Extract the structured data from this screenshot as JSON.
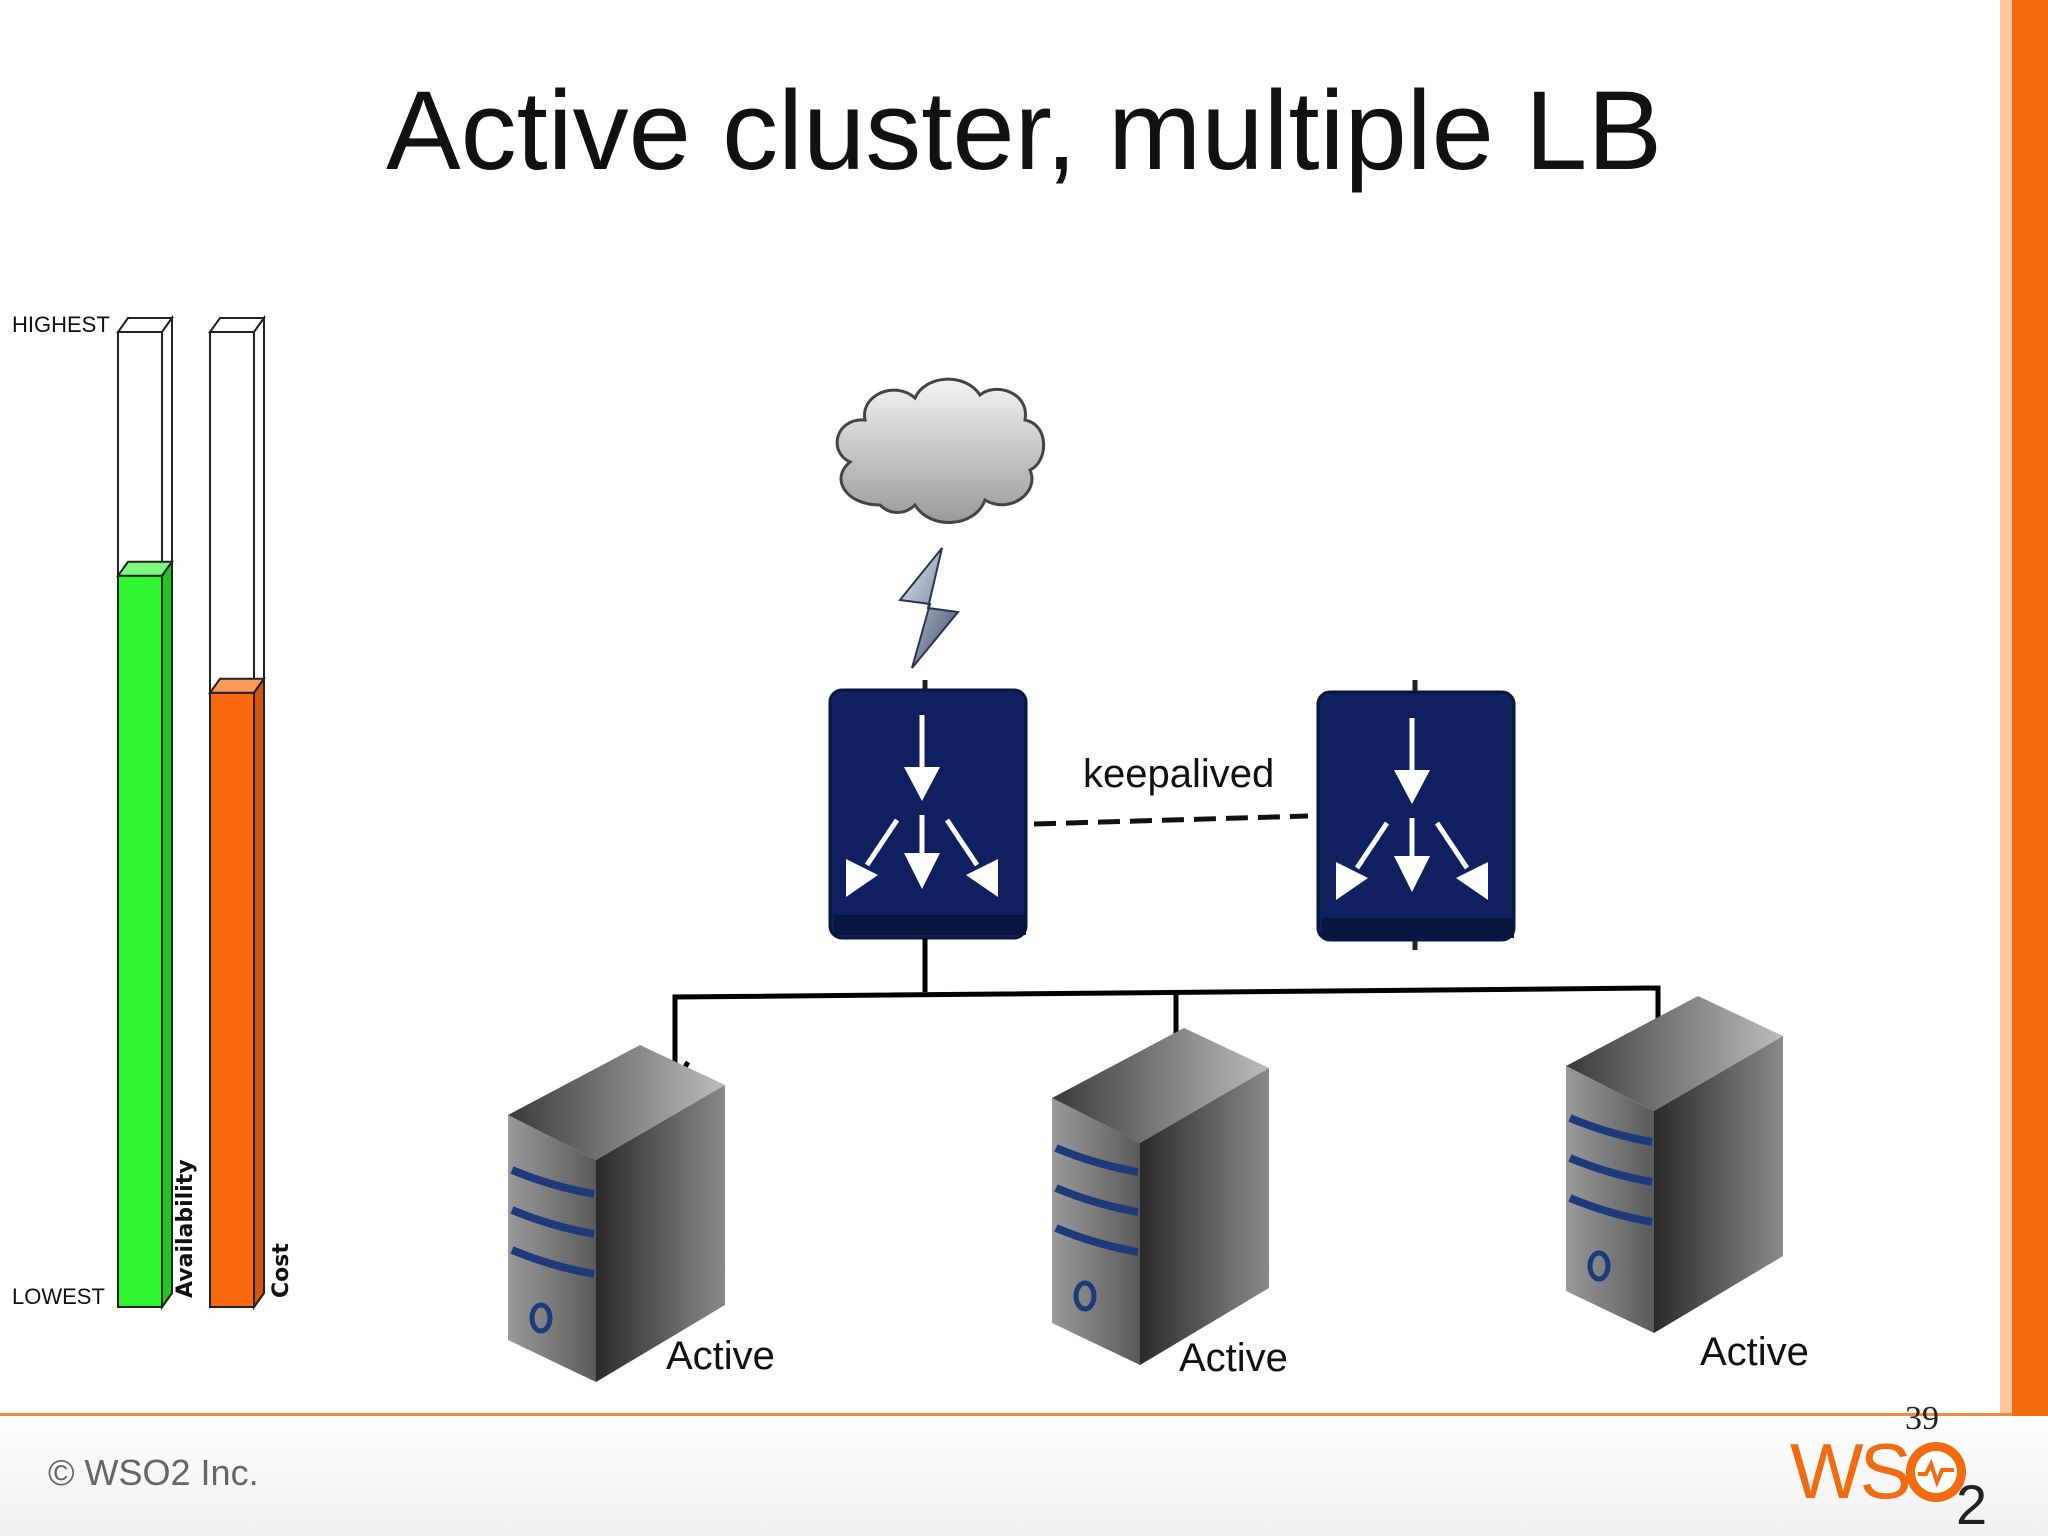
{
  "slide": {
    "title": "Active cluster, multiple LB",
    "page_number": "39",
    "copyright": "© WSO2 Inc.",
    "logo_text": "WSO2"
  },
  "scale": {
    "highest_label": "HIGHEST",
    "lowest_label": "LOWEST",
    "bars": [
      {
        "name": "Availability",
        "level": 0.75,
        "color": "#2ef52e"
      },
      {
        "name": "Cost",
        "level": 0.63,
        "color": "#f9680f"
      }
    ]
  },
  "diagram": {
    "link_label": "keepalived",
    "servers": [
      {
        "label": "Active"
      },
      {
        "label": "Active"
      },
      {
        "label": "Active"
      }
    ]
  },
  "colors": {
    "accent": "#f26b10",
    "lb_box": "#0f1f5f",
    "server_stripe": "#1e3a7a"
  }
}
